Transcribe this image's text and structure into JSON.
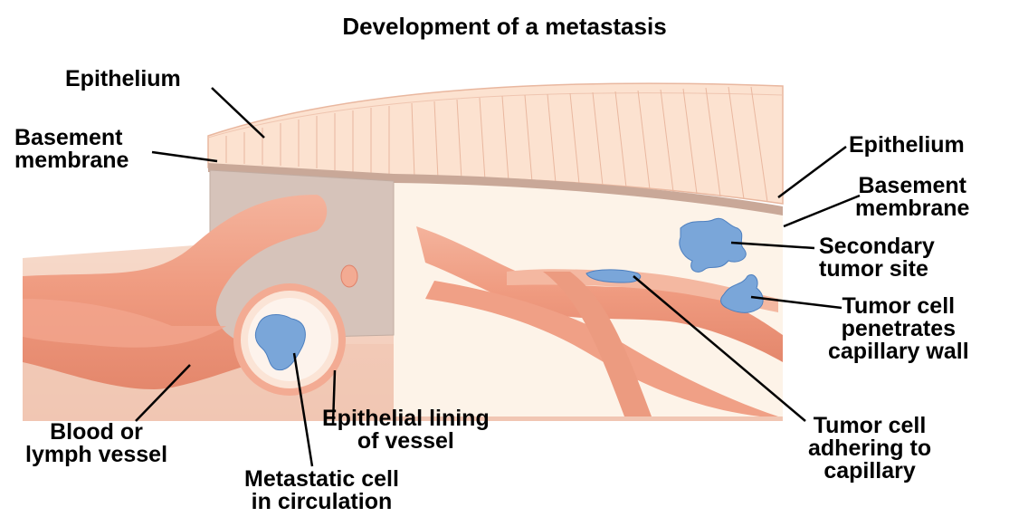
{
  "title": "Development of a metastasis",
  "labels": {
    "epithelium_left": "Epithelium",
    "basement_left": [
      "Basement",
      "membrane"
    ],
    "epithelium_right": "Epithelium",
    "basement_right": [
      "Basement",
      "membrane"
    ],
    "secondary_tumor": [
      "Secondary",
      "tumor site"
    ],
    "tumor_penetrates": [
      "Tumor cell",
      "penetrates",
      "capillary wall"
    ],
    "tumor_adhering": [
      "Tumor cell",
      "adhering to",
      "capillary"
    ],
    "blood_vessel": [
      "Blood or",
      "lymph vessel"
    ],
    "epithelial_lining": [
      "Epithelial lining",
      "of vessel"
    ],
    "metastatic_cell": [
      "Metastatic cell",
      "in circulation"
    ]
  },
  "colors": {
    "skin": "#fbe1d0",
    "tissue": "#fdf4ea",
    "block_side": "#d9c6bd",
    "vessel": "#f2a58d",
    "vessel_dark": "#e0826a",
    "tumor": "#7aa6d9",
    "tumor_dark": "#4d7fbf"
  }
}
